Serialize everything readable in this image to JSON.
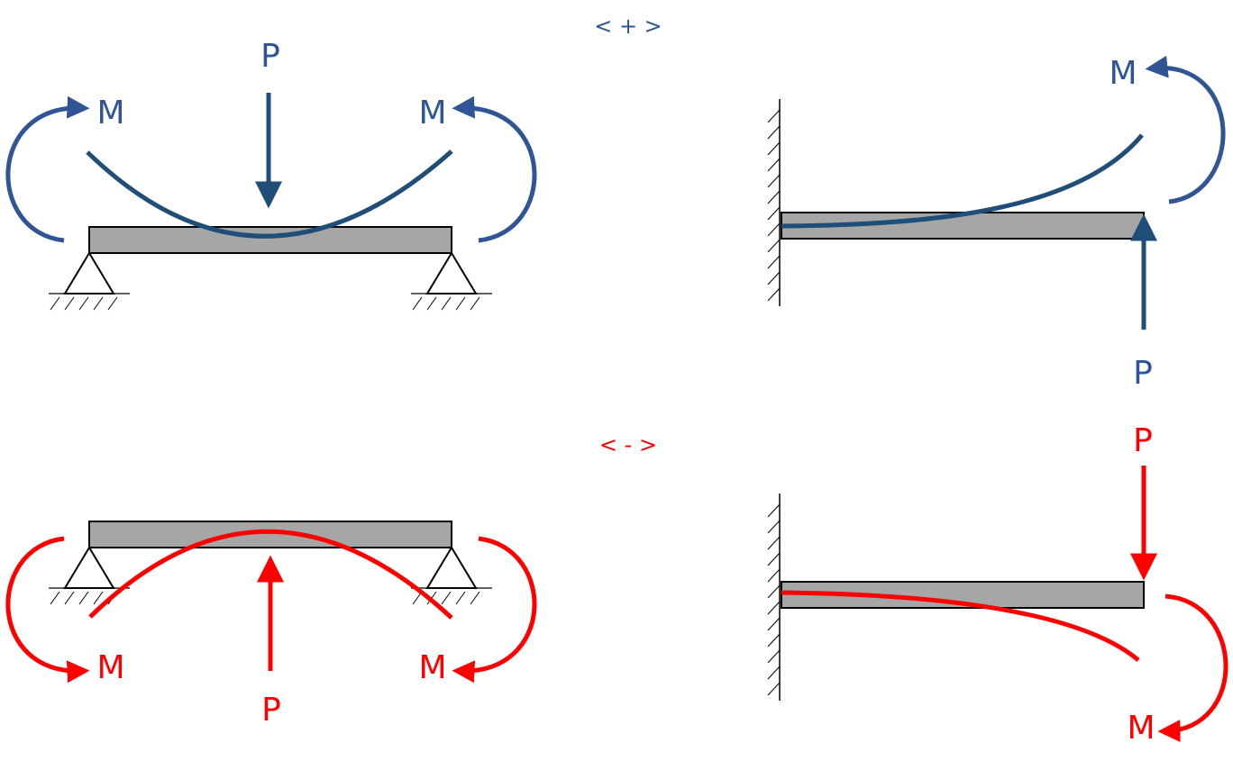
{
  "colors": {
    "positive": "#2F5597",
    "positive_curve": "#1F4E79",
    "negative": "#FF0000",
    "beam_fill": "#A6A6A6",
    "outline": "#000000"
  },
  "positive": {
    "sign_label": "< + >",
    "simple_beam": {
      "force_label": "P",
      "moment_left_label": "M",
      "moment_right_label": "M"
    },
    "cantilever": {
      "force_label": "P",
      "moment_label": "M"
    }
  },
  "negative": {
    "sign_label": "< - >",
    "simple_beam": {
      "force_label": "P",
      "moment_left_label": "M",
      "moment_right_label": "M"
    },
    "cantilever": {
      "force_label": "P",
      "moment_label": "M"
    }
  }
}
